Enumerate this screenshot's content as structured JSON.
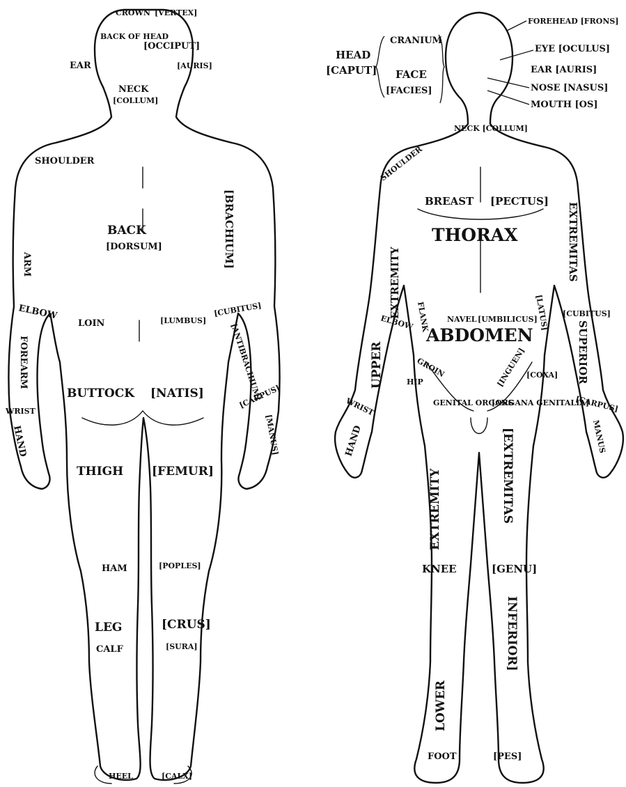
{
  "back_view": {
    "crown": "CROWN",
    "vertex": "[VERTEX]",
    "back_of_head": "BACK OF HEAD",
    "occiput": "[OCCIPUT]",
    "ear": "EAR",
    "auris": "[AURIS]",
    "neck": "NECK",
    "collum": "[COLLUM]",
    "shoulder": "SHOULDER",
    "back": "BACK",
    "dorsum": "[DORSUM]",
    "brachium": "[BRACHIUM]",
    "arm": "ARM",
    "elbow": "ELBOW",
    "loin": "LOIN",
    "lumbus": "[LUMBUS]",
    "cubitus": "[CUBITUS]",
    "antebrachium": "[ANTIBRACHIUM]",
    "forearm": "FOREARM",
    "wrist": "WRIST",
    "carpus": "[CARPUS]",
    "buttock": "BUTTOCK",
    "natis": "[NATIS]",
    "hand": "HAND",
    "manus": "[MANUS]",
    "thigh": "THIGH",
    "femur": "[FEMUR]",
    "ham": "HAM",
    "poples": "[POPLES]",
    "leg": "LEG",
    "crus": "[CRUS]",
    "calf": "CALF",
    "sura": "[SURA]",
    "heel": "HEEL",
    "calx": "[CALX]"
  },
  "front_view": {
    "forehead": "FOREHEAD [FRONS]",
    "head": "HEAD",
    "caput": "[CAPUT]",
    "cranium": "CRANIUM",
    "face": "FACE",
    "facies": "[FACIES]",
    "eye": "EYE [OCULUS]",
    "ear": "EAR [AURIS]",
    "nose": "NOSE [NASUS]",
    "mouth": "MOUTH [OS]",
    "neck": "NECK [COLLUM]",
    "shoulder": "SHOULDER",
    "breast": "BREAST",
    "pectus": "[PECTUS]",
    "thorax": "THORAX",
    "upper_extremity_1": "EXTREMITY",
    "upper_extremity_2": "UPPER",
    "extremitas_superior_1": "EXTREMITAS",
    "extremitas_superior_2": "SUPERIOR",
    "elbow": "ELBOW",
    "flank": "FLANK",
    "navel": "NAVEL",
    "umbilicus": "[UMBILICUS]",
    "latus": "[LATUS]",
    "cubitus": "[CUBITUS]",
    "abdomen": "ABDOMEN",
    "groin": "GROIN",
    "inguen": "[INGUEN]",
    "coxa": "[COXA]",
    "hip": "HIP",
    "wrist": "WRIST",
    "carpus": "[CARPUS]",
    "genital_organs": "GENITAL ORGANS",
    "organa_genitalia": "[ORGANA GENITALIA]",
    "hand": "HAND",
    "manus": "MANUS",
    "lower_extremity_1": "EXTREMITY",
    "lower_extremity_2": "LOWER",
    "extremitas_inferior_1": "[EXTREMITAS",
    "extremitas_inferior_2": "INFERIOR]",
    "knee": "KNEE",
    "genu": "[GENU]",
    "foot": "FOOT",
    "pes": "[PES]"
  }
}
